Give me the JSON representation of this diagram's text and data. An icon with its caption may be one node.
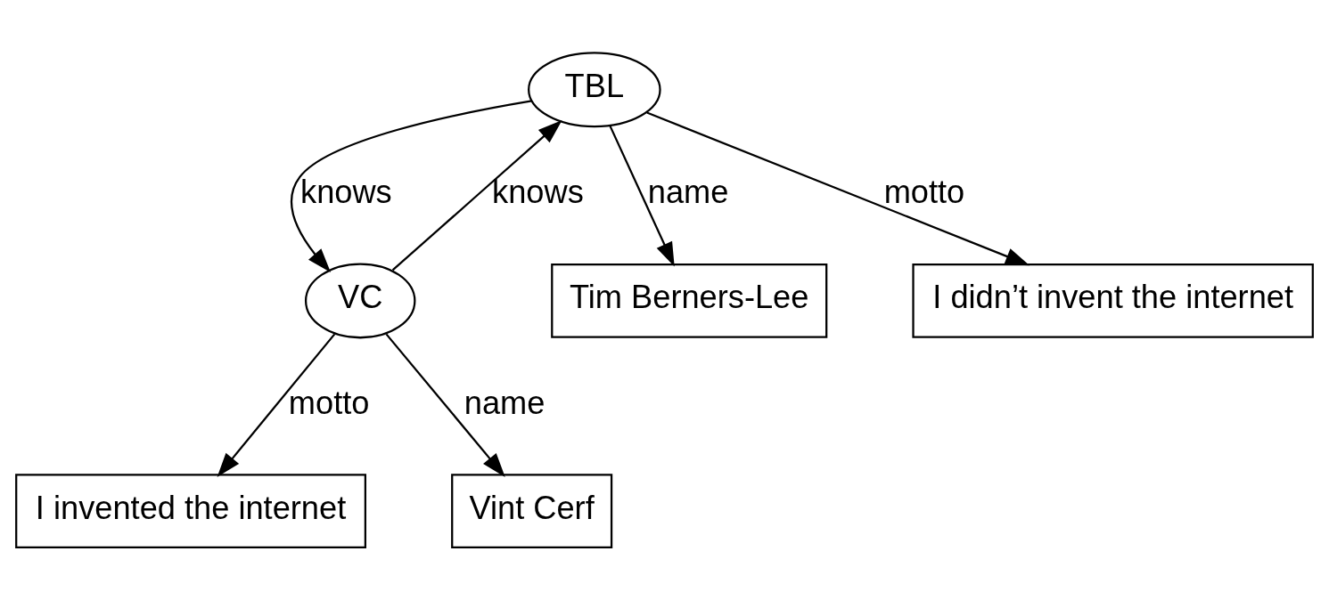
{
  "diagram": {
    "nodes": [
      {
        "text": [
          "TBL"
        ]
      },
      {
        "text": [
          "VC"
        ]
      },
      {
        "text": [
          "Tim Berners-Lee"
        ]
      },
      {
        "text": [
          "I didn’t invent the internet"
        ]
      },
      {
        "text": [
          "I invented the internet"
        ]
      },
      {
        "text": [
          "Vint Cerf"
        ]
      }
    ],
    "edges": [
      {
        "from": 0,
        "to": 1,
        "arrow": "to",
        "label": "knows"
      },
      {
        "from": 1,
        "to": 0,
        "arrow": "to",
        "label": "knows"
      },
      {
        "from": 0,
        "to": 2,
        "arrow": "to",
        "label": "name"
      },
      {
        "from": 0,
        "to": 3,
        "arrow": "to",
        "label": "motto"
      },
      {
        "from": 1,
        "to": 4,
        "arrow": "to",
        "label": "motto"
      },
      {
        "from": 1,
        "to": 5,
        "arrow": "to",
        "label": "name"
      }
    ]
  }
}
